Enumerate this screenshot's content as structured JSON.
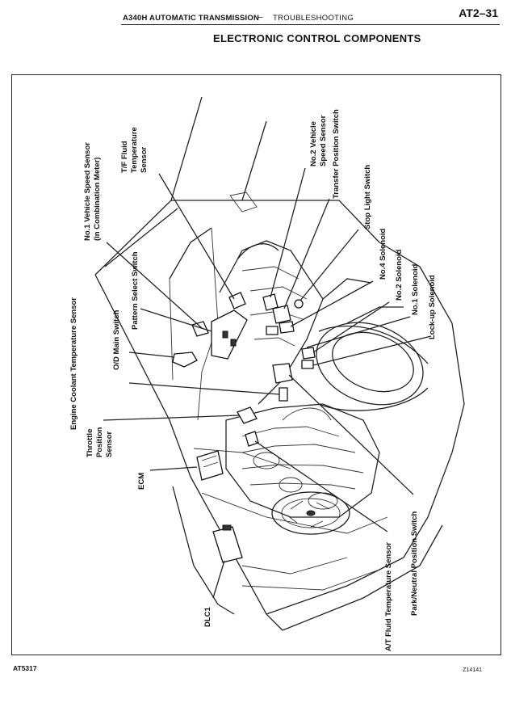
{
  "header": {
    "title": "A340H AUTOMATIC TRANSMISSION",
    "dash": "–",
    "section": "TROUBLESHOOTING",
    "page": "AT2–31"
  },
  "page_title": "ELECTRONIC CONTROL COMPONENTS",
  "labels": {
    "no1_speed_sensor_1": "No.1 Vehicle Speed Sensor",
    "no1_speed_sensor_2": "(in Combination Meter)",
    "tf_temp_1": "T/F Fluid",
    "tf_temp_2": "Temperature",
    "tf_temp_3": "Sensor",
    "no2_speed_1": "No.2 Vehicle",
    "no2_speed_2": "Speed Sensor",
    "transfer_position": "Transfer Position Switch",
    "stop_light": "Stop Light Switch",
    "no4_solenoid": "No.4 Solenoid",
    "no2_solenoid": "No.2 Solenoid",
    "no1_solenoid": "No.1 Solenoid",
    "lockup_solenoid": "Lock-up Solenoid",
    "engine_coolant": "Engine Coolant Temperature Sensor",
    "pattern_select": "Pattern Select Switch",
    "od_main": "O/D Main Switch",
    "throttle_1": "Throttle",
    "throttle_2": "Position",
    "throttle_3": "Sensor",
    "ecm": "ECM",
    "dlc1": "DLC1",
    "at_fluid_temp": "A/T Fluid Temperature Sensor",
    "park_neutral": "Park/Neutral Position Switch"
  },
  "footer": {
    "left": "AT5317",
    "right": "Z14141"
  }
}
